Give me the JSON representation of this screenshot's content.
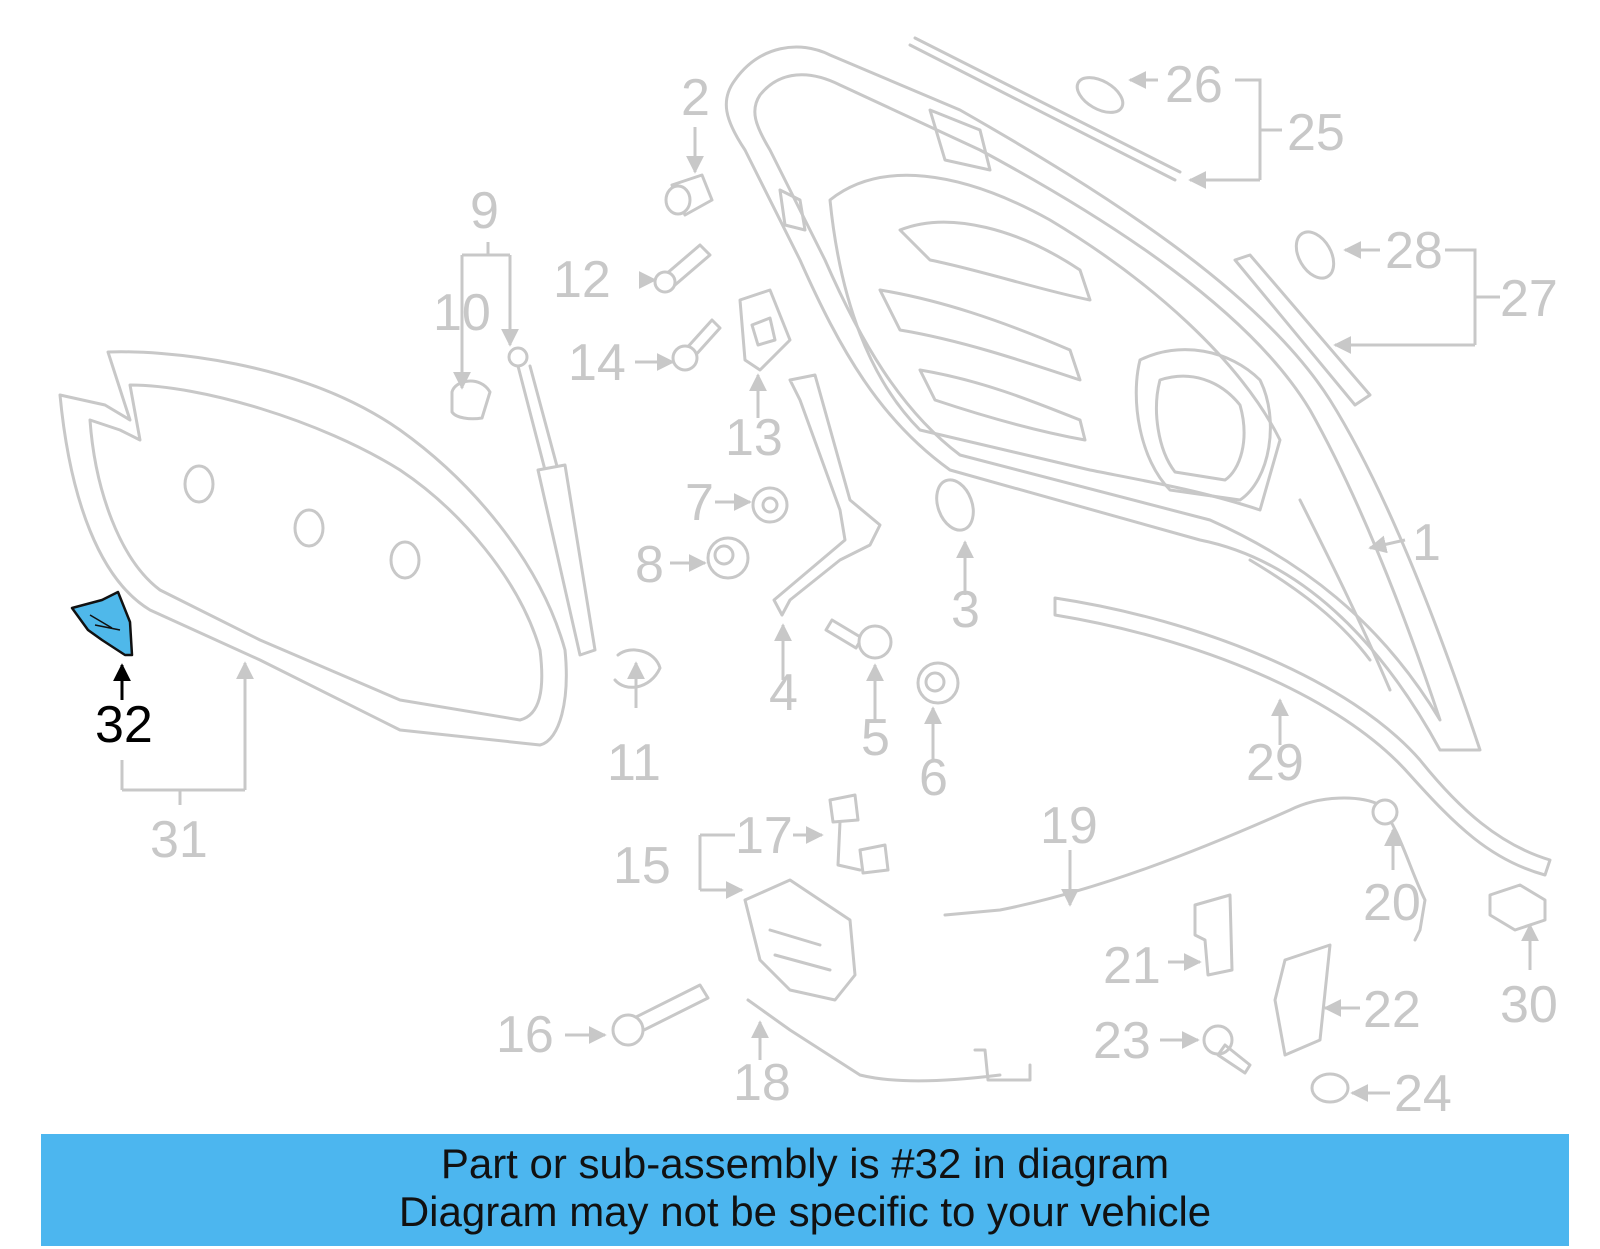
{
  "highlighted_part": "32",
  "colors": {
    "line_art": "#c8c8c8",
    "highlight_fill": "#4fb8ea",
    "banner_background": "#4cb6ef",
    "banner_text": "#111111"
  },
  "callouts": {
    "c1": "1",
    "c2": "2",
    "c3": "3",
    "c4": "4",
    "c5": "5",
    "c6": "6",
    "c7": "7",
    "c8": "8",
    "c9": "9",
    "c10": "10",
    "c11": "11",
    "c12": "12",
    "c13": "13",
    "c14": "14",
    "c15": "15",
    "c16": "16",
    "c17": "17",
    "c18": "18",
    "c19": "19",
    "c20": "20",
    "c21": "21",
    "c22": "22",
    "c23": "23",
    "c24": "24",
    "c25": "25",
    "c26": "26",
    "c27": "27",
    "c28": "28",
    "c29": "29",
    "c30": "30",
    "c31": "31",
    "c32": "32"
  },
  "banner": {
    "line1": "Part or sub-assembly is #32 in diagram",
    "line2": "Diagram may not be specific to your vehicle"
  }
}
